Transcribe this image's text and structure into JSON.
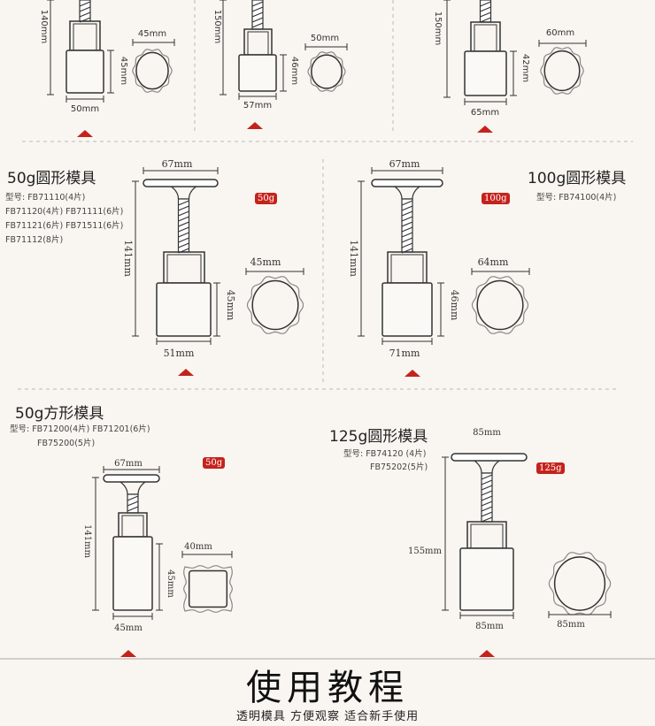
{
  "molds": [
    {
      "id": "m1",
      "height": "140mm",
      "body_height": "45mm",
      "body_width": "50mm",
      "print": "45mm"
    },
    {
      "id": "m2",
      "height": "150mm",
      "body_height": "46mm",
      "body_width": "57mm",
      "print": "50mm"
    },
    {
      "id": "m3",
      "height": "150mm",
      "body_height": "42mm",
      "body_width": "65mm",
      "print": "60mm"
    },
    {
      "id": "m4",
      "handle": "67mm",
      "height": "141mm",
      "body_height": "45mm",
      "body_width": "51mm",
      "print": "45mm",
      "badge": "50g"
    },
    {
      "id": "m5",
      "handle": "67mm",
      "height": "141mm",
      "body_height": "46mm",
      "body_width": "71mm",
      "print": "64mm",
      "badge": "100g"
    },
    {
      "id": "m6",
      "handle": "67mm",
      "height": "141mm",
      "body_height": "45mm",
      "body_width": "45mm",
      "print": "40mm",
      "badge": "50g"
    },
    {
      "id": "m7",
      "handle": "85mm",
      "height": "155mm",
      "body_width": "85mm",
      "print": "85mm",
      "badge": "125g"
    }
  ],
  "sections": {
    "round50": {
      "title": "50g圆形模具",
      "models": [
        "型号:  FB71110(4片)",
        "FB71120(4片)  FB71111(6片)",
        "FB71121(6片)  FB71511(6片)",
        "FB71112(8片)"
      ]
    },
    "round100": {
      "title": "100g圆形模具",
      "models": [
        "型号:  FB74100(4片)"
      ]
    },
    "square50": {
      "title": "50g方形模具",
      "models": [
        "型号:  FB71200(4片)  FB71201(6片)",
        "FB75200(5片)"
      ]
    },
    "round125": {
      "title": "125g圆形模具",
      "models": [
        "型号:  FB74120 (4片)",
        "FB75202(5片)"
      ]
    }
  },
  "footer": {
    "title": "使用教程",
    "subtitle": "透明模具  方便观察  适合新手使用"
  },
  "colors": {
    "accent": "#c4231c",
    "line": "#333333"
  }
}
